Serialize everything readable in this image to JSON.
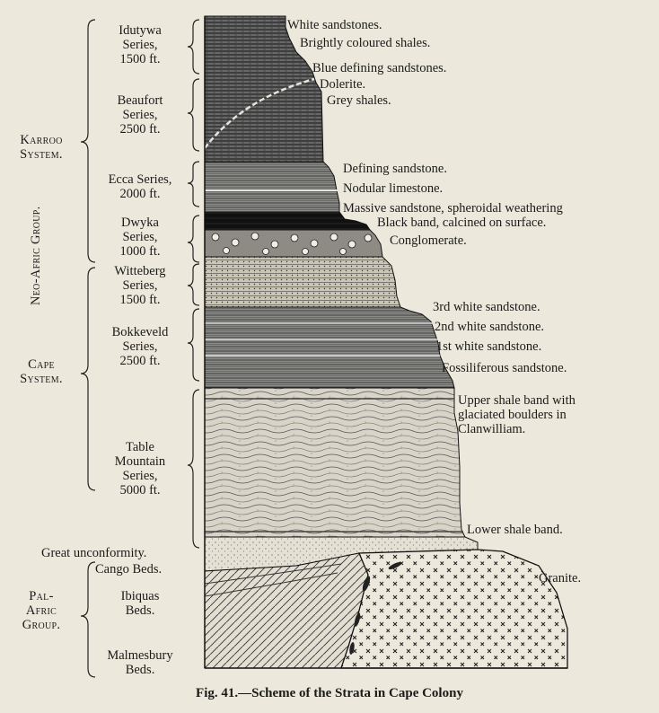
{
  "caption": "Fig. 41.—Scheme of the Strata in Cape Colony",
  "systems": {
    "karroo": [
      "Karroo",
      "System."
    ],
    "cape": [
      "Cape",
      "System."
    ],
    "neo_afric": "Neo-Afric Group.",
    "pal_afric": [
      "Pal-",
      "Afric",
      "Group."
    ]
  },
  "series": {
    "idutywa": [
      "Idutywa",
      "Series,",
      "1500 ft."
    ],
    "beaufort": [
      "Beaufort",
      "Series,",
      "2500 ft."
    ],
    "ecca": [
      "Ecca Series,",
      "2000 ft."
    ],
    "dwyka": [
      "Dwyka",
      "Series,",
      "1000 ft."
    ],
    "witteberg": [
      "Witteberg",
      "Series,",
      "1500 ft."
    ],
    "bokkeveld": [
      "Bokkeveld",
      "Series,",
      "2500 ft."
    ],
    "table_mountain": [
      "Table",
      "Mountain",
      "Series,",
      "5000 ft."
    ],
    "cango": "Cango Beds.",
    "ibiquas": [
      "Ibiquas",
      "Beds."
    ],
    "malmesbury": [
      "Malmesbury",
      "Beds."
    ]
  },
  "labels": {
    "white_sandstones": "White sandstones.",
    "bright_shales": "Brightly coloured shales.",
    "blue_sandstones": "Blue defining sandstones.",
    "dolerite": "Dolerite.",
    "grey_shales": "Grey shales.",
    "defining_sandstone": "Defining sandstone.",
    "nodular_limestone": "Nodular limestone.",
    "massive_sandstone": "Massive sandstone, spheroidal weathering",
    "black_band": "Black band, calcined on surface.",
    "conglomerate": "Conglomerate.",
    "third_white": "3rd white sandstone.",
    "second_white": "2nd white sandstone.",
    "first_white": "1st white sandstone.",
    "fossiliferous": "Fossiliferous sandstone.",
    "upper_shale": [
      "Upper shale band with",
      "glaciated boulders in",
      "Clanwilliam."
    ],
    "lower_shale": "Lower shale band.",
    "unconformity": "Great unconformity.",
    "granite": "Granite."
  }
}
